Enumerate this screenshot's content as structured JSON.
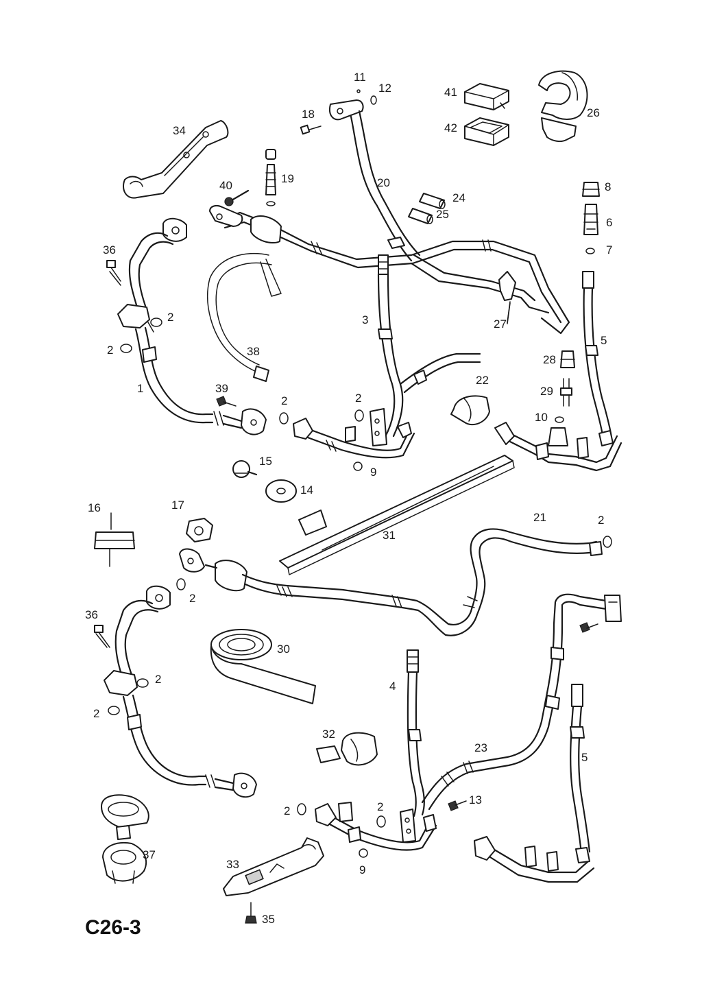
{
  "diagram_code": "C26-3",
  "callouts": [
    {
      "id": "c11",
      "text": "11"
    },
    {
      "id": "c12",
      "text": "12"
    },
    {
      "id": "c18",
      "text": "18"
    },
    {
      "id": "c41",
      "text": "41"
    },
    {
      "id": "c42",
      "text": "42"
    },
    {
      "id": "c26",
      "text": "26"
    },
    {
      "id": "c34",
      "text": "34"
    },
    {
      "id": "c19",
      "text": "19"
    },
    {
      "id": "c40",
      "text": "40"
    },
    {
      "id": "c20",
      "text": "20"
    },
    {
      "id": "c24",
      "text": "24"
    },
    {
      "id": "c25",
      "text": "25"
    },
    {
      "id": "c8",
      "text": "8"
    },
    {
      "id": "c6",
      "text": "6"
    },
    {
      "id": "c7",
      "text": "7"
    },
    {
      "id": "c36a",
      "text": "36"
    },
    {
      "id": "c2a",
      "text": "2"
    },
    {
      "id": "c2b",
      "text": "2"
    },
    {
      "id": "c38",
      "text": "38"
    },
    {
      "id": "c3",
      "text": "3"
    },
    {
      "id": "c27",
      "text": "27"
    },
    {
      "id": "c5a",
      "text": "5"
    },
    {
      "id": "c1",
      "text": "1"
    },
    {
      "id": "c28",
      "text": "28"
    },
    {
      "id": "c22",
      "text": "22"
    },
    {
      "id": "c29",
      "text": "29"
    },
    {
      "id": "c39",
      "text": "39"
    },
    {
      "id": "c2c",
      "text": "2"
    },
    {
      "id": "c2d",
      "text": "2"
    },
    {
      "id": "c10",
      "text": "10"
    },
    {
      "id": "c15",
      "text": "15"
    },
    {
      "id": "c9a",
      "text": "9"
    },
    {
      "id": "c14",
      "text": "14"
    },
    {
      "id": "c16",
      "text": "16"
    },
    {
      "id": "c17",
      "text": "17"
    },
    {
      "id": "c21",
      "text": "21"
    },
    {
      "id": "c2e",
      "text": "2"
    },
    {
      "id": "c31",
      "text": "31"
    },
    {
      "id": "c2f",
      "text": "2"
    },
    {
      "id": "c36b",
      "text": "36"
    },
    {
      "id": "c30",
      "text": "30"
    },
    {
      "id": "c2g",
      "text": "2"
    },
    {
      "id": "c4",
      "text": "4"
    },
    {
      "id": "c2h",
      "text": "2"
    },
    {
      "id": "c5b",
      "text": "5"
    },
    {
      "id": "c32",
      "text": "32"
    },
    {
      "id": "c23",
      "text": "23"
    },
    {
      "id": "c13",
      "text": "13"
    },
    {
      "id": "c2i",
      "text": "2"
    },
    {
      "id": "c2j",
      "text": "2"
    },
    {
      "id": "c37",
      "text": "37"
    },
    {
      "id": "c33",
      "text": "33"
    },
    {
      "id": "c9b",
      "text": "9"
    },
    {
      "id": "c35",
      "text": "35"
    }
  ]
}
